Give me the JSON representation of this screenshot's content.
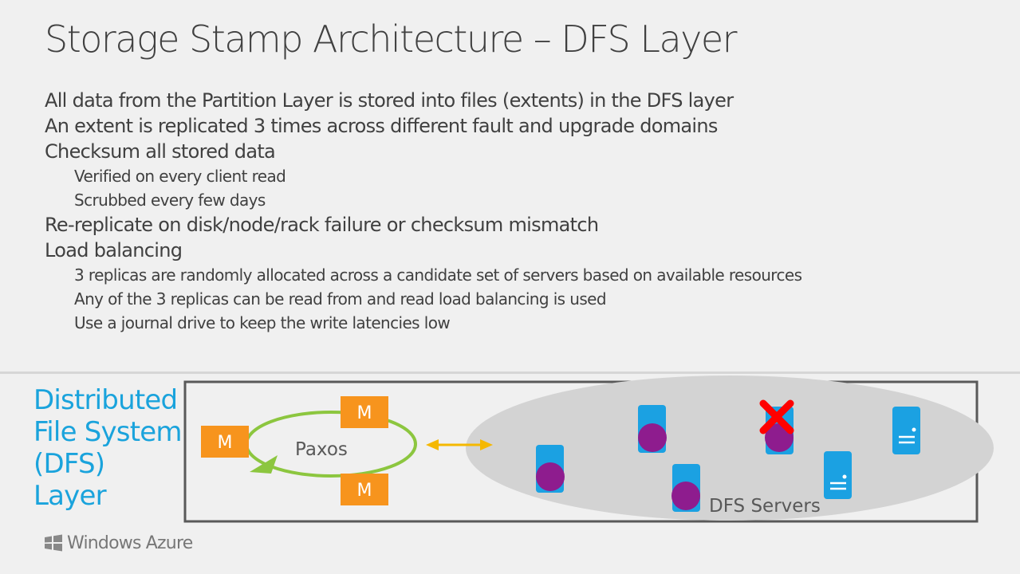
{
  "title": "Storage Stamp Architecture – DFS Layer",
  "bullets": [
    {
      "text": "All data from the Partition Layer is stored into files (extents) in the DFS layer",
      "level": 1
    },
    {
      "text": "An extent is replicated 3 times across different fault and upgrade domains",
      "level": 1
    },
    {
      "text": "Checksum all stored data",
      "level": 1
    },
    {
      "text": "Verified on every client read",
      "level": 2
    },
    {
      "text": "Scrubbed every few days",
      "level": 2
    },
    {
      "text": "Re-replicate on disk/node/rack failure or checksum mismatch",
      "level": 1
    },
    {
      "text": "Load balancing",
      "level": 1
    },
    {
      "text": "3 replicas are randomly allocated across a candidate set of servers based on available resources",
      "level": 2
    },
    {
      "text": "Any of the 3 replicas can be read from and read load balancing is used",
      "level": 2
    },
    {
      "text": "Use a journal drive to keep the write latencies low",
      "level": 2
    }
  ],
  "layer_label": {
    "line1": "Distributed",
    "line2": "File System",
    "line3": "(DFS)",
    "line4": "Layer"
  },
  "diagram": {
    "master_label": "M",
    "paxos_label": "Paxos",
    "servers_label": "DFS Servers"
  },
  "logo": {
    "text": "Windows Azure",
    "icon": "windows-flag-icon"
  },
  "colors": {
    "accent": "#1aa3dc",
    "master": "#f7941d",
    "paxos_ring": "#8cc63f",
    "arrow": "#f5b800",
    "server": "#1ba1e2",
    "replica": "#8e1c8e",
    "failure": "#ff0000",
    "cloud": "#d3d3d3"
  }
}
